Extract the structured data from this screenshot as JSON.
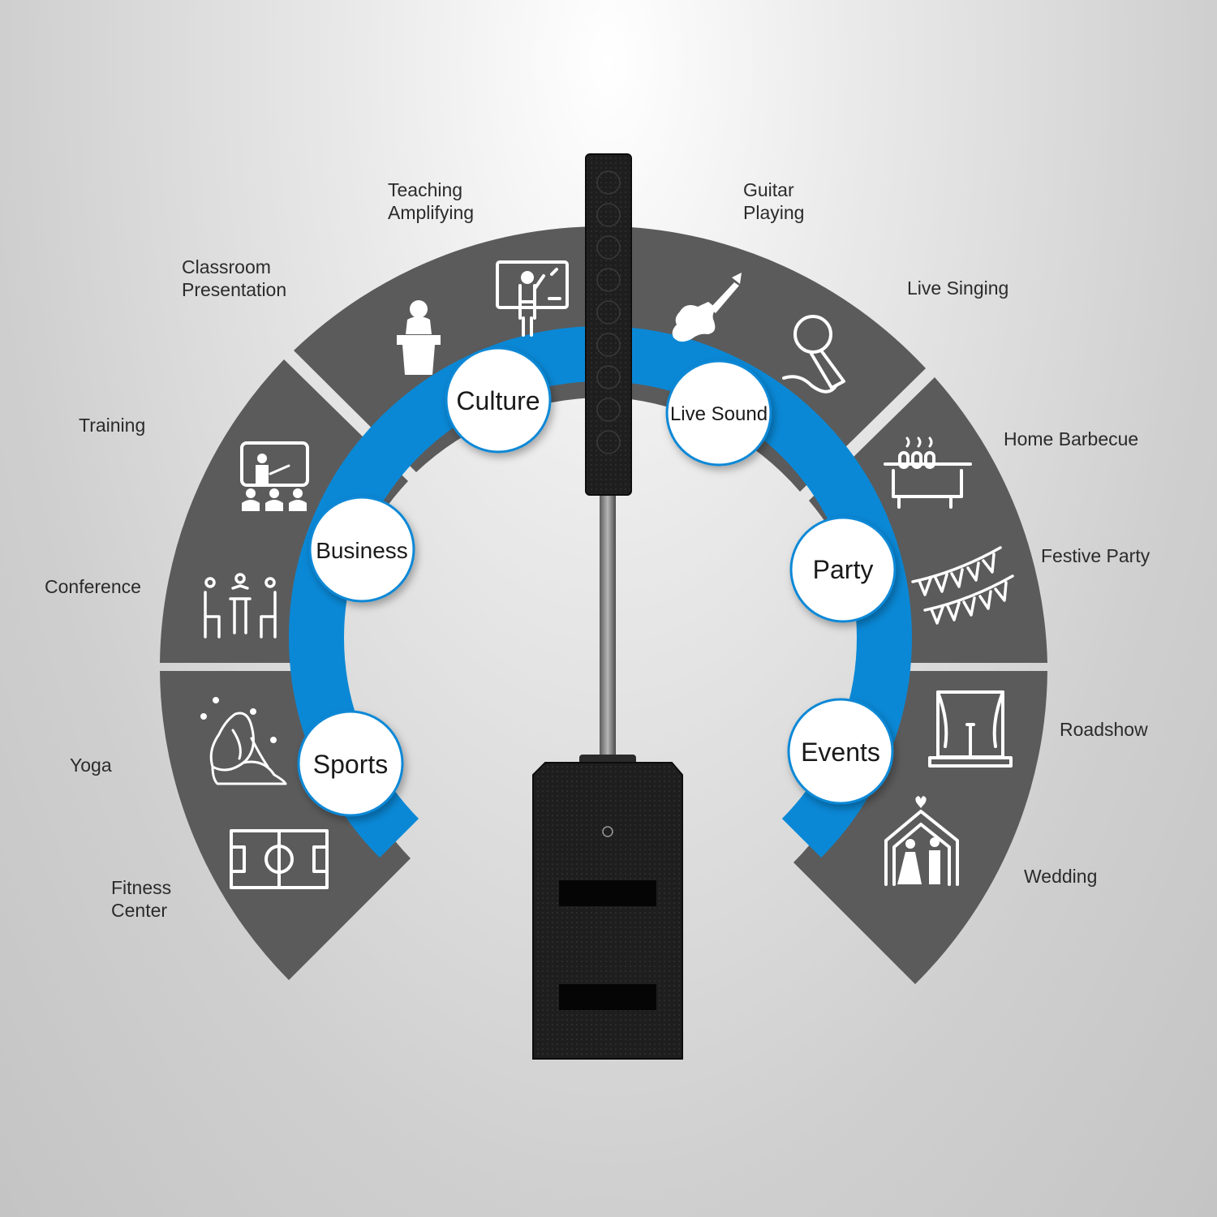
{
  "categories": {
    "culture": "Culture",
    "live_sound": "Live Sound",
    "business": "Business",
    "party": "Party",
    "sports": "Sports",
    "events": "Events"
  },
  "scenes": {
    "teaching_amplifying": [
      "Teaching",
      "Amplifying"
    ],
    "classroom_presentation": [
      "Classroom",
      "Presentation"
    ],
    "training": "Training",
    "conference": "Conference",
    "yoga": "Yoga",
    "fitness_center": [
      "Fitness",
      "Center"
    ],
    "guitar_playing": [
      "Guitar",
      "Playing"
    ],
    "live_singing": "Live Singing",
    "home_barbecue": "Home Barbecue",
    "festive_party": "Festive Party",
    "roadshow": "Roadshow",
    "wedding": "Wedding"
  },
  "icons": {
    "teaching": "teacher-board-icon",
    "classroom": "podium-speaker-icon",
    "training": "training-presentation-icon",
    "conference": "conference-table-icon",
    "yoga": "yoga-icon",
    "fitness": "sports-field-icon",
    "guitar": "electric-guitar-icon",
    "singing": "microphone-icon",
    "barbecue": "barbecue-grill-icon",
    "party": "bunting-flags-icon",
    "roadshow": "stage-curtain-icon",
    "wedding": "wedding-couple-icon"
  },
  "colors": {
    "segment_fill": "#5b5b5b",
    "ring_accent": "#0a88d6",
    "bubble_fill": "#ffffff",
    "speaker_body": "#1d1d1d"
  }
}
